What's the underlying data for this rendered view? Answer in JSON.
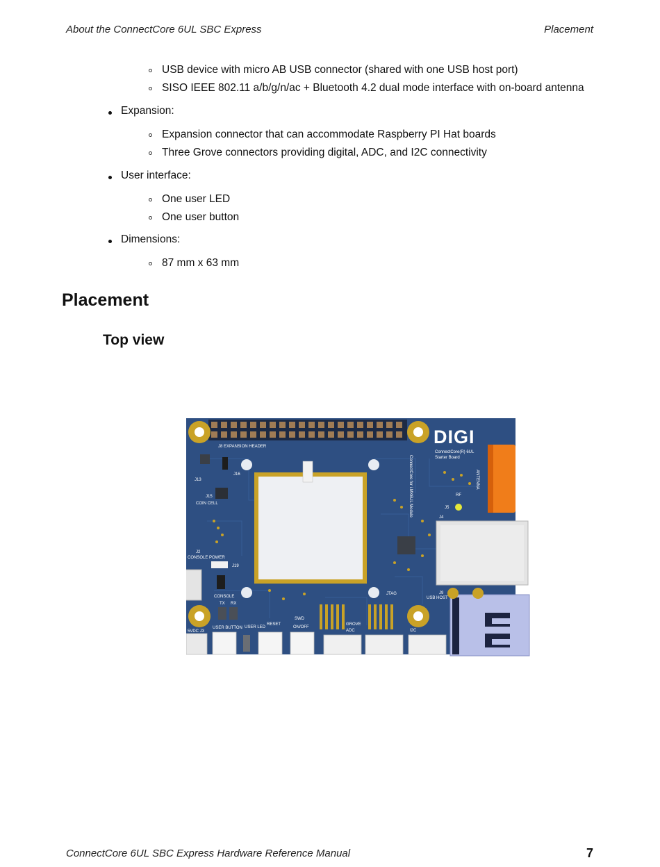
{
  "header": {
    "left": "About the ConnectCore 6UL SBC Express",
    "right": "Placement"
  },
  "content": {
    "sub_items_top": [
      "USB device with micro AB USB connector (shared with one USB host port)",
      "SISO IEEE 802.11 a/b/g/n/ac + Bluetooth 4.2 dual mode interface with on-board antenna"
    ],
    "expansion": {
      "label": "Expansion:",
      "items": [
        "Expansion connector that can accommodate Raspberry PI Hat boards",
        "Three Grove connectors providing digital, ADC, and I2C connectivity"
      ]
    },
    "user_interface": {
      "label": "User interface:",
      "items": [
        "One user LED",
        "One user button"
      ]
    },
    "dimensions": {
      "label": "Dimensions:",
      "items": [
        "87 mm x 63 mm"
      ]
    }
  },
  "section_title": "Placement",
  "subsection_title": "Top view",
  "board_labels": {
    "logo": "DIGI",
    "model": "ConnectCore(R) 6UL",
    "model2": "Starter Board",
    "expansion_header": "J8  EXPANSION HEADER",
    "module": "ConnectCore for i.MX6UL Module",
    "antenna": "ANTENNA",
    "rf": "RF",
    "j5": "J5",
    "j4": "J4",
    "j16": "J16",
    "j13": "J13",
    "j15": "J15",
    "coin_cell": "COIN CELL",
    "j2": "J2",
    "console_power": "CONSOLE POWER",
    "j19": "J19",
    "console": "CONSOLE",
    "tx": "TX",
    "rx": "RX",
    "jtag": "JTAG",
    "j9": "J9",
    "usb_host": "USB HOST",
    "swd": "SWD",
    "on_off": "ON/OFF",
    "reset": "RESET",
    "user_led": "USER LED",
    "user_button": "USER BUTTON",
    "vdc": "5VDC J3",
    "grove": "GROVE",
    "adc": "ADC",
    "i2c": "I2C"
  },
  "footer": {
    "title": "ConnectCore 6UL SBC Express Hardware Reference Manual",
    "page": "7"
  },
  "colors": {
    "pcb": "#2e4f82",
    "pad_gold": "#c9a227",
    "antenna_orange": "#f07d1a"
  }
}
